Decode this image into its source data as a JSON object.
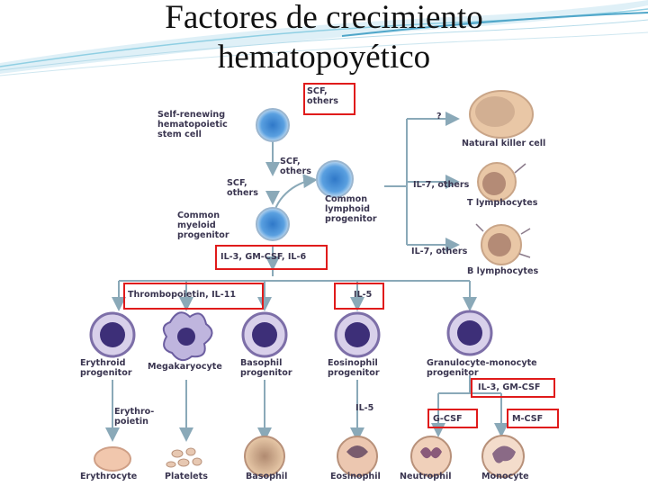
{
  "title": {
    "line1": "Factores de crecimiento",
    "line2": "hematopoyético"
  },
  "nodes": {
    "self_renewing": "Self-renewing\nhematopoietic\nstem cell",
    "common_myeloid": "Common\nmyeloid\nprogenitor",
    "common_lymphoid": "Common\nlymphoid\nprogenitor",
    "natural_killer": "Natural killer cell",
    "t_lymphocytes": "T lymphocytes",
    "b_lymphocytes": "B lymphocytes",
    "erythroid": "Erythroid\nprogenitor",
    "megakaryocyte": "Megakaryocyte",
    "basophil_prog": "Basophil\nprogenitor",
    "eosinophil_prog": "Eosinophil\nprogenitor",
    "gm_prog": "Granulocyte-monocyte\nprogenitor",
    "erythrocyte": "Erythrocyte",
    "platelets": "Platelets",
    "basophil": "Basophil",
    "eosinophil": "Eosinophil",
    "neutrophil": "Neutrophil",
    "monocyte": "Monocyte"
  },
  "factors": {
    "scf_top": "SCF,\nothers",
    "scf_mid": "SCF,\nothers",
    "scf_left": "SCF,\nothers",
    "question": "?",
    "il7_t": "IL-7, others",
    "il7_b": "IL-7, others",
    "il3": "IL-3, GM-CSF, IL-6",
    "tpo": "Thrombopoietin, IL-11",
    "il5_top": "IL-5",
    "il5_mid": "IL-5",
    "epo": "Erythro-\npoietin",
    "il3_gm": "IL-3, GM-CSF",
    "gcsf": "G-CSF",
    "mcsf": "M-CSF"
  }
}
